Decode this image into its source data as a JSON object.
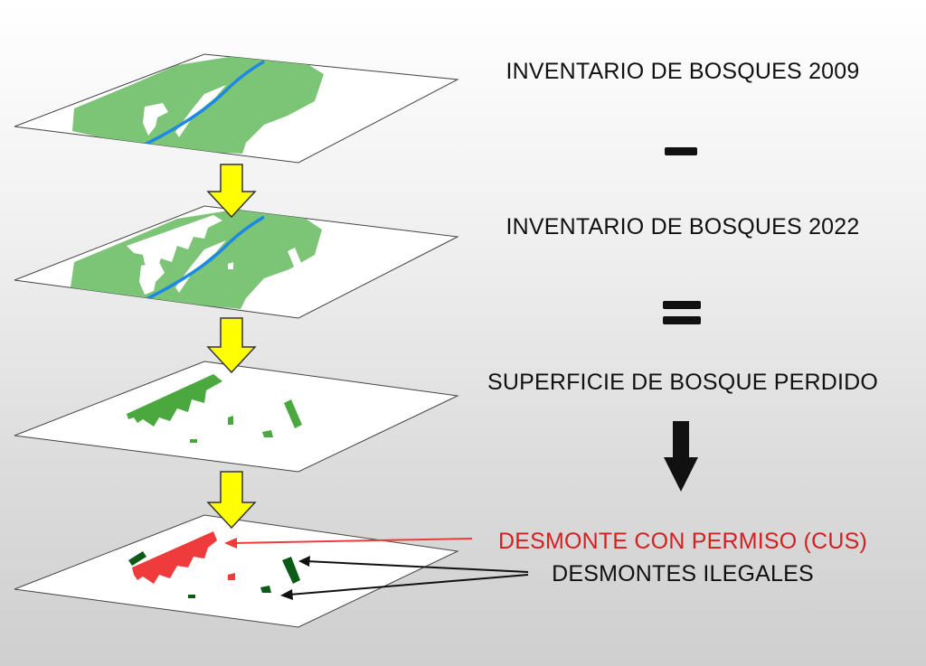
{
  "labels": {
    "inventory_2009": "INVENTARIO DE BOSQUES 2009",
    "inventory_2022": "INVENTARIO DE BOSQUES 2022",
    "lost_forest": "SUPERFICIE DE BOSQUE PERDIDO",
    "permitted_clearing": "DESMONTE CON PERMISO (CUS)",
    "illegal_clearing": "DESMONTES ILEGALES"
  },
  "colors": {
    "forest": "#7cc576",
    "river": "#1e88e5",
    "lost_forest": "#4aa83f",
    "permitted": "#ef3b3b",
    "illegal": "#0b5a17",
    "down_arrow": "#ffff00",
    "red_label": "#d42020",
    "text": "#111111"
  },
  "icons": {
    "minus": "minus-sign",
    "equals": "equals-sign",
    "flow": "down-arrow-icon"
  }
}
